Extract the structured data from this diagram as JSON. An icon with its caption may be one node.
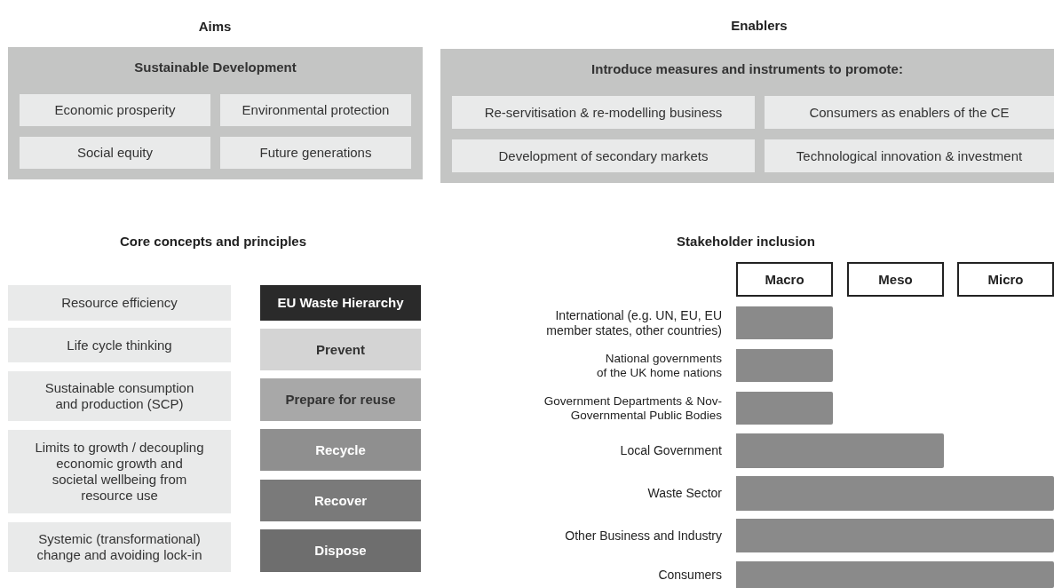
{
  "diagram": {
    "nodes": [
      {
        "text": [
          "Sustainable Development"
        ]
      },
      {
        "text": [
          "Economic prosperity"
        ],
        "in": 0
      },
      {
        "text": [
          "Environmental protection"
        ],
        "in": 0
      },
      {
        "text": [
          "Social equity"
        ],
        "in": 0
      },
      {
        "text": [
          "Future generations"
        ],
        "in": 0
      },
      {
        "text": [
          "Introduce measures and instruments to promote:"
        ]
      },
      {
        "text": [
          "Re-servitisation & re-modelling business"
        ],
        "in": 5
      },
      {
        "text": [
          "Consumers as enablers of the CE"
        ],
        "in": 5
      },
      {
        "text": [
          "Development of secondary markets"
        ],
        "in": 5
      },
      {
        "text": [
          "Technological innovation & investment"
        ],
        "in": 5
      },
      {
        "text": [
          "Resource efficiency"
        ]
      },
      {
        "text": [
          "Life cycle thinking"
        ]
      },
      {
        "text": [
          "Sustainable consumption and production (SCP)"
        ]
      },
      {
        "text": [
          "Limits to growth / decoupling economic growth and societal wellbeing from resource use"
        ]
      },
      {
        "text": [
          "Systemic (transformational) change and avoiding lock-in"
        ]
      },
      {
        "text": [
          "EU Waste Hierarchy"
        ]
      },
      {
        "text": [
          "Prevent"
        ]
      },
      {
        "text": [
          "Prepare for reuse"
        ]
      },
      {
        "text": [
          "Recycle"
        ]
      },
      {
        "text": [
          "Recover"
        ]
      },
      {
        "text": [
          "Dispose"
        ]
      },
      {
        "text": [
          "Macro"
        ]
      },
      {
        "text": [
          "Meso"
        ]
      },
      {
        "text": [
          "Micro"
        ]
      },
      {
        "text": [],
        "shape": "bar",
        "beside": [
          "International (e.g. UN, EU, EU member states, other countries)"
        ]
      },
      {
        "text": [],
        "shape": "bar",
        "beside": [
          "National governments of the UK home nations"
        ]
      },
      {
        "text": [],
        "shape": "bar",
        "beside": [
          "Government Departments & Nov-Governmental Public Bodies"
        ]
      },
      {
        "text": [],
        "shape": "bar",
        "beside": [
          "Local Government"
        ]
      },
      {
        "text": [],
        "shape": "bar",
        "beside": [
          "Waste Sector"
        ]
      },
      {
        "text": [],
        "shape": "bar",
        "beside": [
          "Other Business and Industry"
        ]
      },
      {
        "text": [],
        "shape": "bar",
        "beside": [
          "Consumers"
        ]
      }
    ],
    "labels": [
      "Aims",
      "Enablers",
      "Core concepts and principles",
      "Stakeholder inclusion"
    ]
  }
}
